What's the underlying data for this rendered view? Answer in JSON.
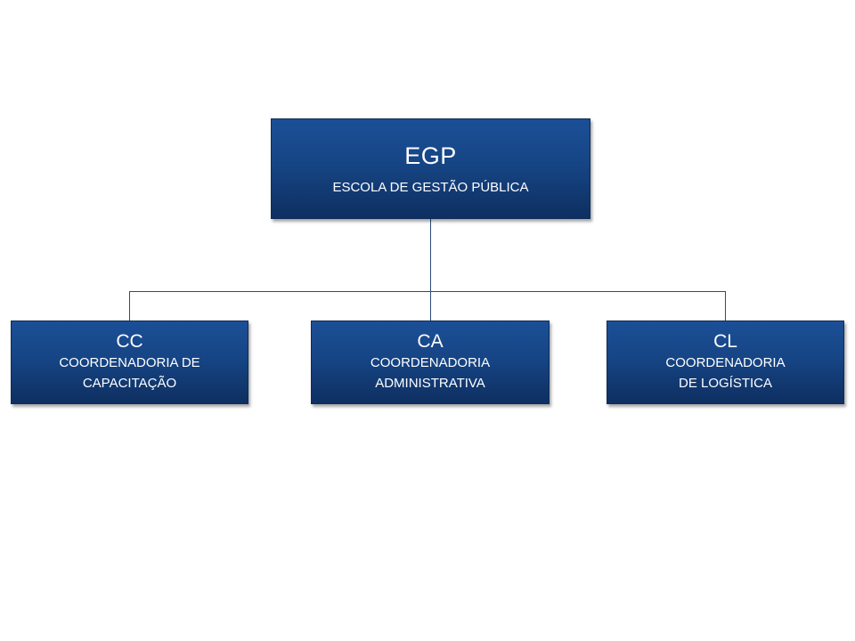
{
  "org_chart": {
    "root": {
      "abbr": "EGP",
      "name": "ESCOLA DE GESTÃO PÚBLICA"
    },
    "children": [
      {
        "abbr": "CC",
        "name": "COORDENADORIA DE\nCAPACITAÇÃO"
      },
      {
        "abbr": "CA",
        "name": "COORDENADORIA\nADMINISTRATIVA"
      },
      {
        "abbr": "CL",
        "name": "COORDENADORIA\n DE LOGÍSTICA"
      }
    ]
  },
  "colors": {
    "box_top": "#1b4f96",
    "box_bottom": "#0e2f61",
    "connector": "#2e4d7a",
    "text": "#ffffff"
  }
}
